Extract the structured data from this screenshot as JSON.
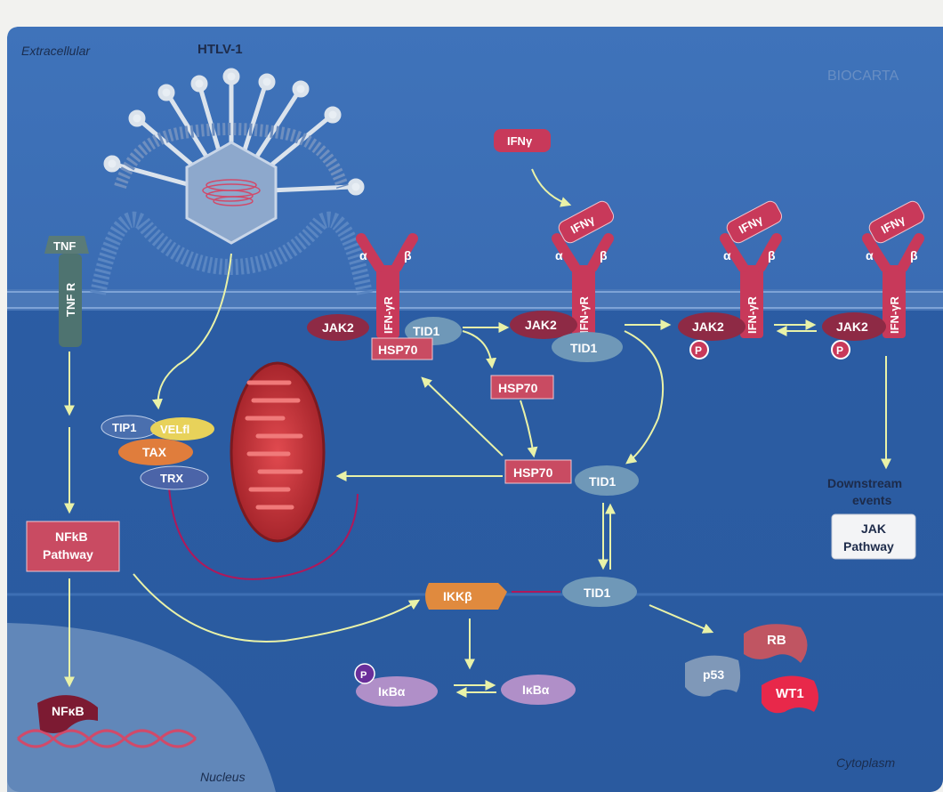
{
  "colors": {
    "extracellular": "#3b6db4",
    "cytoplasm": "#2f62a8",
    "membrane": "#4a78b8",
    "receptor": "#c8395a",
    "jak": "#8e2a45",
    "tid1": "#6f98b8",
    "hsp70": "#c94b62",
    "arrow": "#e9f2a8",
    "inhibit": "#b0185a"
  },
  "regions": {
    "extracellular": "Extracellular",
    "cytoplasm": "Cytoplasm",
    "nucleus": "Nucleus"
  },
  "watermark": "BIOCARTA",
  "virus": {
    "label": "HTLV-1"
  },
  "tnf": {
    "ligand": "TNF",
    "receptor": "TNF R"
  },
  "ifn": {
    "free": "IFNγ",
    "bound": "IFNγ",
    "receptor": "IFN-γR",
    "alpha": "α",
    "beta": "β"
  },
  "nodes": {
    "jak2": "JAK2",
    "tid1": "TID1",
    "hsp70": "HSP70",
    "p": "P",
    "tip1": "TIP1",
    "velt": "VELfl",
    "tax": "TAX",
    "trx": "TRX",
    "nfkb_pathway_1": "NFkB",
    "nfkb_pathway_2": "Pathway",
    "nfkb": "NFκB",
    "ikkb": "IKKβ",
    "ikba": "IκBα",
    "rb": "RB",
    "p53": "p53",
    "wt1": "WT1"
  },
  "downstream": {
    "line1": "Downstream",
    "line2": "events",
    "jak1": "JAK",
    "jak2": "Pathway"
  }
}
